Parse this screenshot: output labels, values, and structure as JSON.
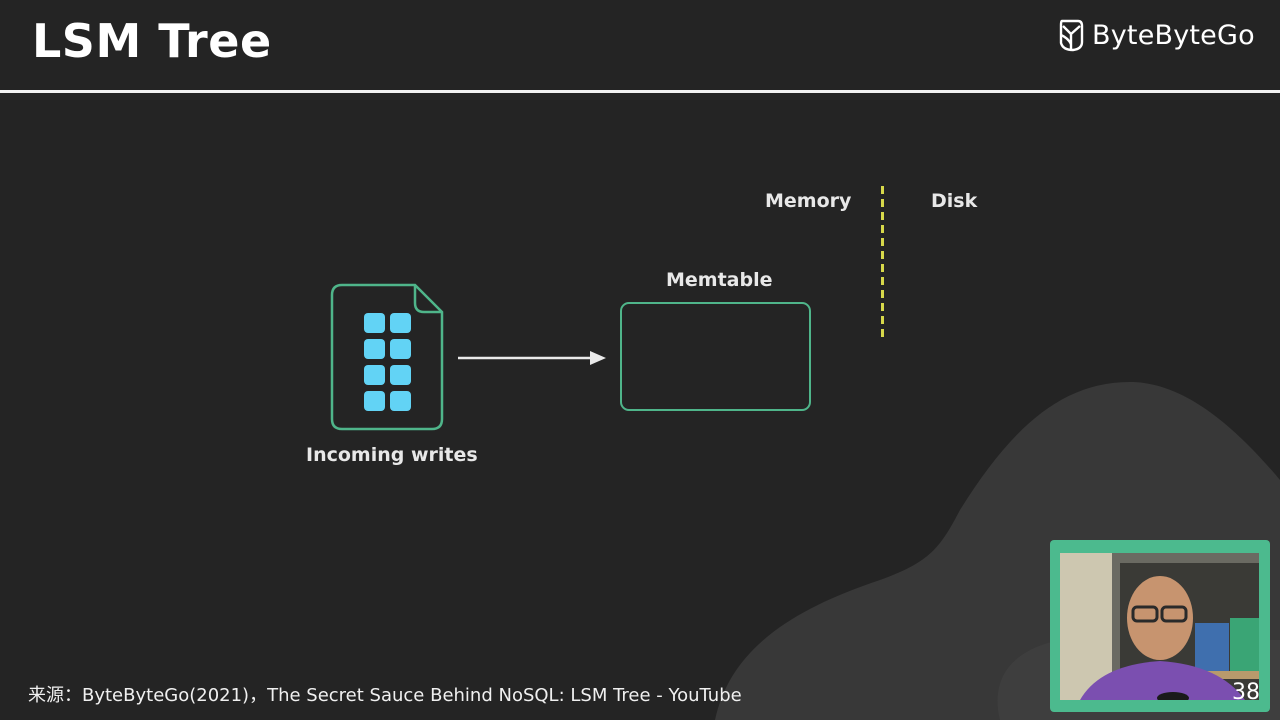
{
  "slide": {
    "title": "LSM Tree",
    "page_number": "38",
    "brand": {
      "name": "ByteByteGo",
      "icon": "bytebytego-logo-icon"
    }
  },
  "diagram": {
    "memory_label": "Memory",
    "disk_label": "Disk",
    "memtable_label": "Memtable",
    "incoming_label": "Incoming writes",
    "document_icon": "document-icon",
    "arrow_icon": "arrow-right-icon",
    "colors": {
      "accent_green": "#4fb58a",
      "cell_blue": "#62d3f5",
      "divider_yellow": "#d7d84a",
      "background": "#242424",
      "blob": "#383838"
    }
  },
  "footer": {
    "source": "来源：ByteByteGo(2021)，The Secret Sauce Behind NoSQL: LSM Tree - YouTube"
  },
  "webcam": {
    "label": "presenter-video"
  }
}
